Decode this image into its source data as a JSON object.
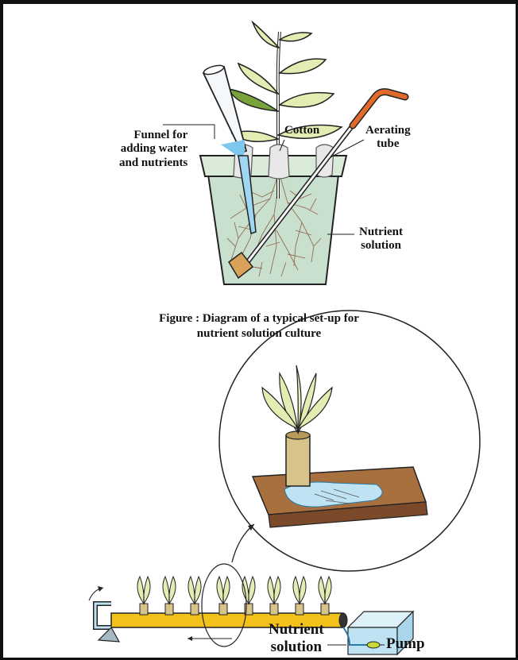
{
  "figure_top": {
    "labels": {
      "funnel": "Funnel for adding water and nutrients",
      "funnel_line1": "Funnel for",
      "funnel_line2": "adding water",
      "funnel_line3": "and nutrients",
      "cotton": "Cotton",
      "aerating_line1": "Aerating",
      "aerating_line2": "tube",
      "nutrient_line1": "Nutrient",
      "nutrient_line2": "solution"
    },
    "caption_line1": "Figure : Diagram of a typical set-up for",
    "caption_line2": "nutrient solution culture"
  },
  "figure_bottom": {
    "labels": {
      "nutrient_line1": "Nutrient",
      "nutrient_line2": "solution",
      "pump": "Pump"
    }
  },
  "colors": {
    "solution": "#c9e0cf",
    "pot_rim": "#d9ead9",
    "leaf": "#e4ecb4",
    "leaf_dark": "#7aa23a",
    "aerating_tube": "#e06a2a",
    "cork": "#d8a25a",
    "root": "#8a5a3a",
    "pipe": "#f2c21a",
    "tank_water": "#bfe3f2",
    "slab": "#7a4a2a"
  }
}
